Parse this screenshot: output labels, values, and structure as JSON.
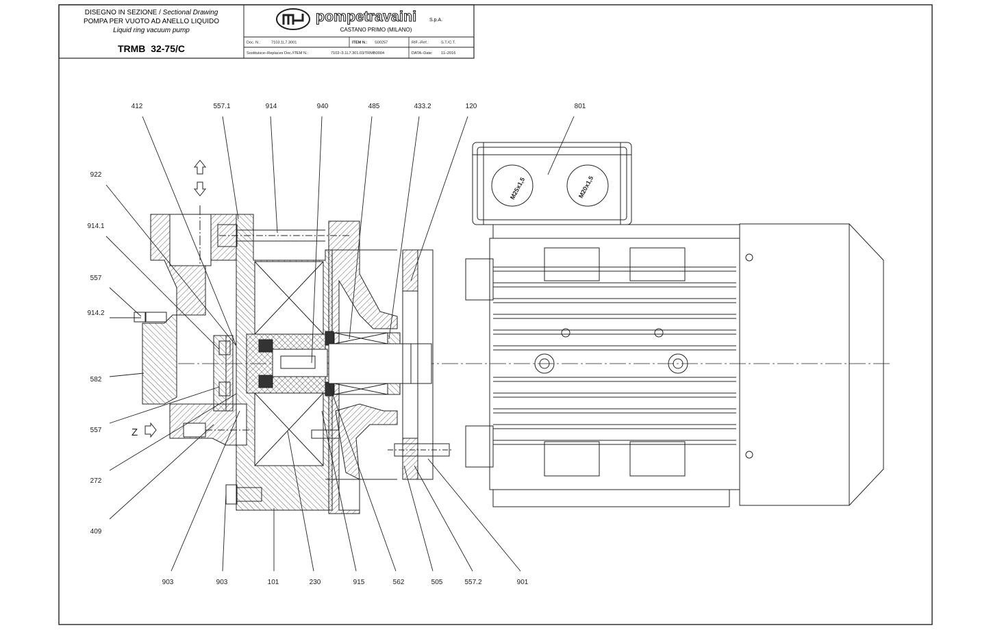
{
  "title_block": {
    "title_it": "DISEGNO IN SEZIONE",
    "title_sep": " / ",
    "title_en": "Sectional Drawing",
    "subtitle_it": "POMPA PER VUOTO AD ANELLO LIQUIDO",
    "subtitle_en": "Liquid ring vacuum pump",
    "model": "TRMB  32-75/C",
    "company": "pompetravaini",
    "company_suffix": "S.p.A.",
    "location": "CASTANO PRIMO  (MILANO)",
    "doc_label": "Doc. N.:",
    "doc_value": "7103.1L7.3001",
    "item_label": "ITEM N.:",
    "item_value": "S00257",
    "rif_label": "RIF.–Ref.:",
    "rif_value": "S.T./C.T.",
    "replaces_label": "Sostituisce–Replaces Doc./ITEM N.:",
    "replaces_value": "7102–3.1L7.301.03/TRMB0004",
    "date_label": "DATA–Date:",
    "date_value": "11–2016"
  },
  "drawing": {
    "inlet_marker": "Z",
    "terminal_box_labels": [
      "M25x1,5",
      "M20x1,5"
    ],
    "callouts_top": [
      "412",
      "557.1",
      "914",
      "940",
      "485",
      "433.2",
      "120",
      "801"
    ],
    "callouts_left": [
      "922",
      "914.1",
      "557",
      "914.2",
      "582",
      "557",
      "272",
      "409"
    ],
    "callouts_bottom": [
      "903",
      "903",
      "101",
      "230",
      "915",
      "562",
      "505",
      "557.2",
      "901"
    ]
  }
}
